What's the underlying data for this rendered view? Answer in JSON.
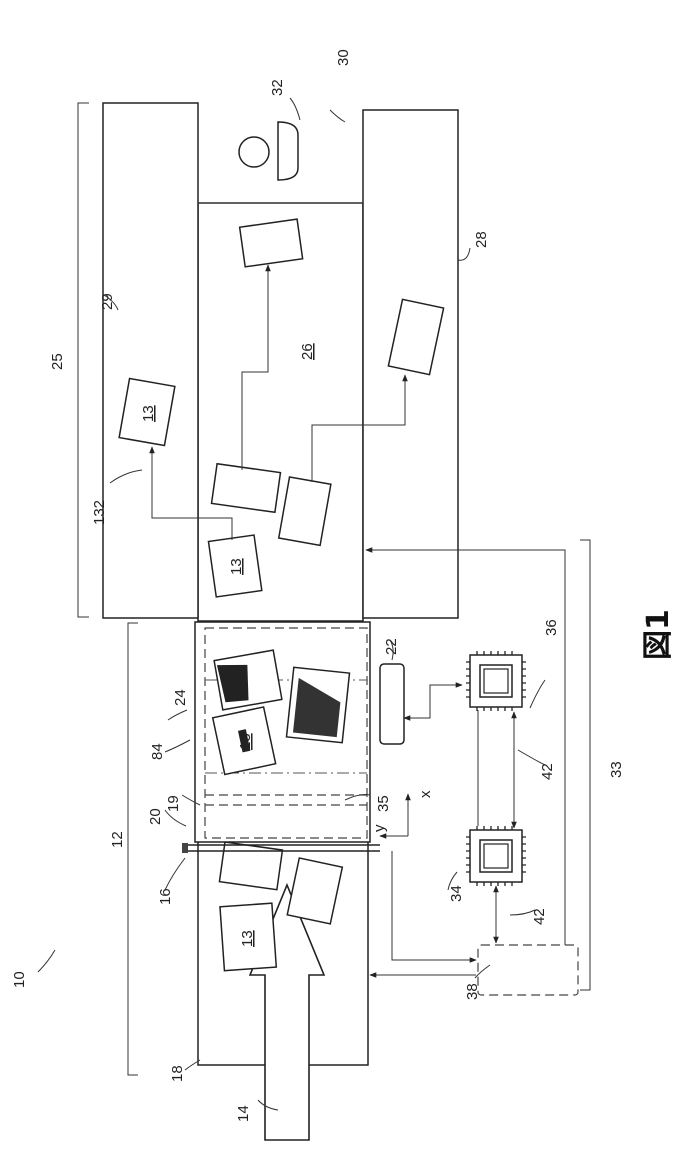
{
  "labels": {
    "l10": "10",
    "l12": "12",
    "l14": "14",
    "l16": "16",
    "l18": "18",
    "l19": "19",
    "l20": "20",
    "l22": "22",
    "l24": "24",
    "l25": "25",
    "l26": "26",
    "l28": "28",
    "l29": "29",
    "l30": "30",
    "l32": "32",
    "l33": "33",
    "l34": "34",
    "l35": "35",
    "l36": "36",
    "l38": "38",
    "l42a": "42",
    "l42b": "42",
    "l84": "84",
    "l132": "132",
    "item13": "13",
    "axis_x": "x",
    "axis_y": "y"
  },
  "figure_caption": "図1"
}
